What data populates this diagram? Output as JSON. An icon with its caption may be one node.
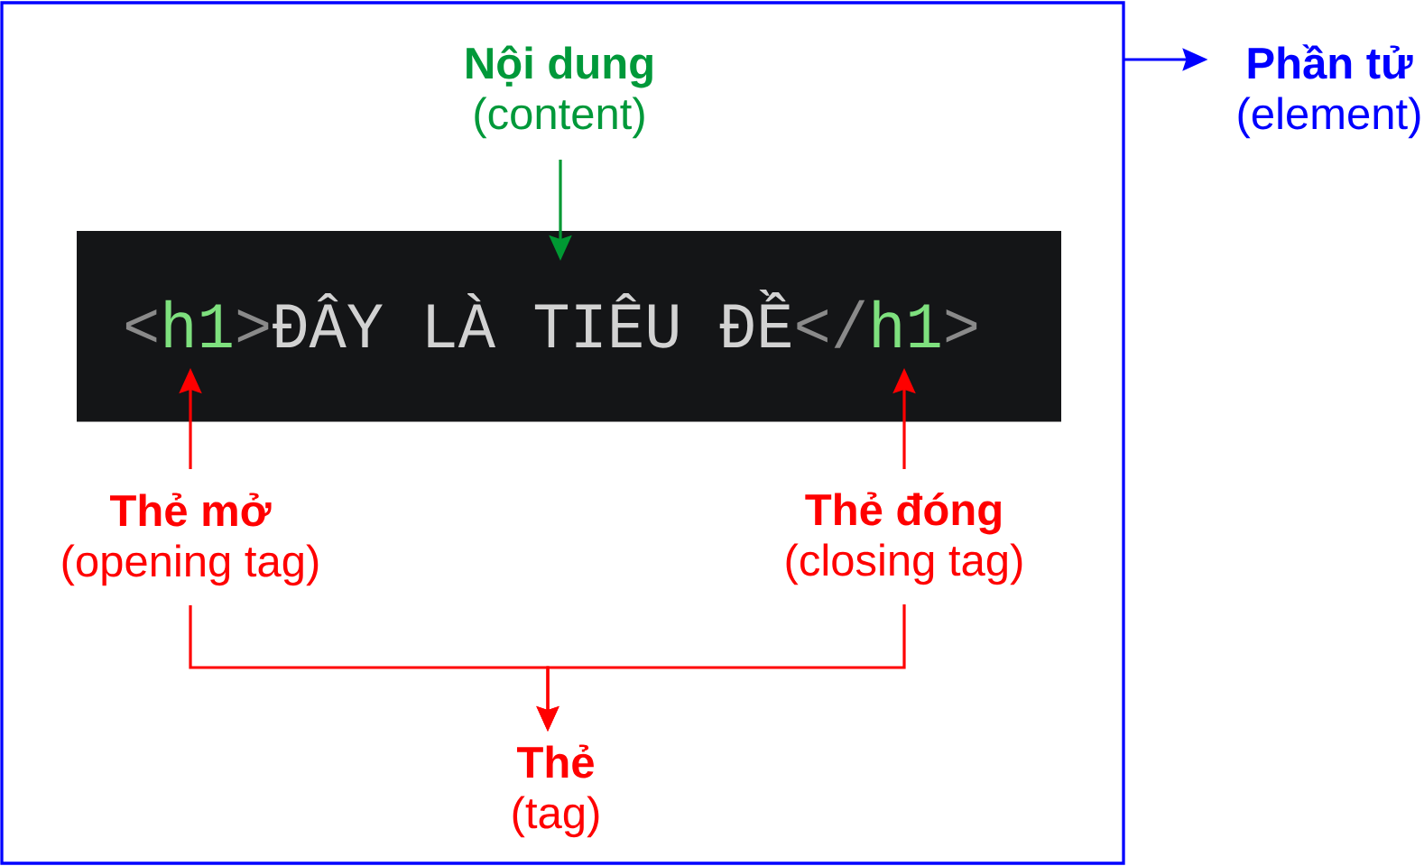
{
  "diagram": {
    "nodes": [
      {
        "text": [],
        "shape": "box"
      },
      {
        "text": [
          "Nội dung",
          "(content)"
        ],
        "in": 0
      },
      {
        "text": [
          "Phần tử",
          "(element)"
        ]
      },
      {
        "text": [],
        "shape": "box",
        "in": 0
      },
      {
        "text": [
          "h1"
        ],
        "in": 3
      },
      {
        "text": [
          "ĐÂY LÀ TIÊU ĐỀ"
        ],
        "in": 3
      },
      {
        "text": [
          "h1"
        ],
        "in": 3
      },
      {
        "text": [
          "Thẻ mở",
          "(opening tag)"
        ],
        "in": 0
      },
      {
        "text": [
          "Thẻ đóng",
          "(closing tag)"
        ],
        "in": 0
      },
      {
        "text": [
          "Thẻ",
          "(tag)"
        ],
        "in": 0
      }
    ],
    "edges": [
      {
        "from": 0,
        "to": 2,
        "arrow": "to",
        "color": "#0000ff"
      },
      {
        "from": 1,
        "to": 5,
        "arrow": "to",
        "color": "#009933"
      },
      {
        "from": 7,
        "to": 4,
        "arrow": "to"
      },
      {
        "from": 8,
        "to": 6,
        "arrow": "to"
      },
      {
        "from": 7,
        "to": 9,
        "arrow": "to"
      },
      {
        "from": 8,
        "to": 9,
        "arrow": "to"
      }
    ],
    "labels": [
      "<",
      ">",
      "</",
      ">"
    ]
  }
}
